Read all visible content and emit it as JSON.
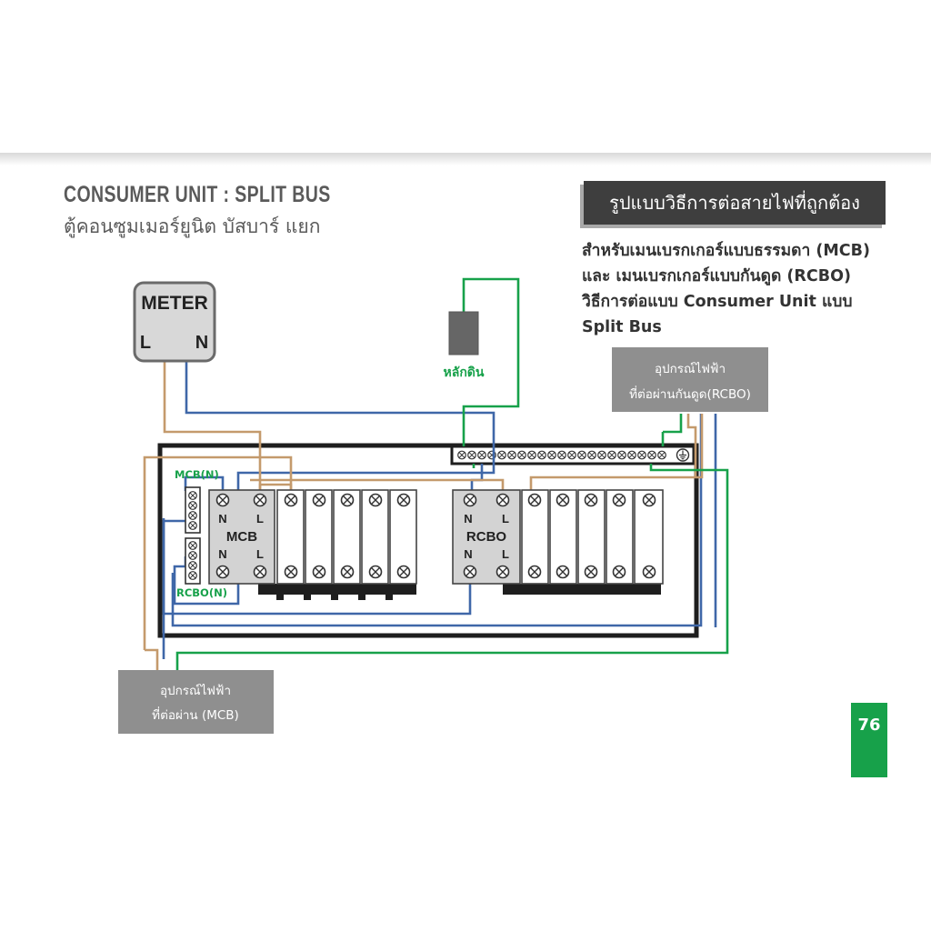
{
  "header": {
    "title": "CONSUMER UNIT : SPLIT BUS",
    "subtitle": "ตู้คอนซูมเมอร์ยูนิต บัสบาร์ แยก"
  },
  "banner": {
    "text": "รูปแบบวิธีการต่อสายไฟที่ถูกต้อง"
  },
  "description": {
    "lines": [
      "สำหรับเมนเบรกเกอร์แบบธรรมดา (MCB)",
      "และ เมนเบรกเกอร์แบบกันดูด (RCBO)",
      "วิธีการต่อแบบ Consumer Unit แบบ",
      "Split Bus"
    ]
  },
  "meter": {
    "label": "METER",
    "l": "L",
    "n": "N"
  },
  "ground": {
    "label": "หลักดิน"
  },
  "labels": {
    "mcb_n": "MCB(N)",
    "rcbo_n": "RCBO(N)",
    "mcb": {
      "n_top": "N",
      "l_top": "L",
      "name": "MCB",
      "n_bottom": "N",
      "l_bottom": "L"
    },
    "rcbo": {
      "n_top": "N",
      "l_top": "L",
      "name": "RCBO",
      "n_bottom": "N",
      "l_bottom": "L"
    }
  },
  "boxes": {
    "rcbo_load": {
      "line1": "อุปกรณ์ไฟฟ้า",
      "line2": "ที่ต่อผ่านกันดูด(RCBO)"
    },
    "mcb_load": {
      "line1": "อุปกรณ์ไฟฟ้า",
      "line2": "ที่ต่อผ่าน (MCB)"
    }
  },
  "page": {
    "number": "76"
  },
  "colors": {
    "live_wire": "#c49a6c",
    "neutral_wire": "#3f67a8",
    "ground_wire": "#17a14a",
    "page_tab": "#17a14a",
    "banner": "#3e3e3e"
  }
}
